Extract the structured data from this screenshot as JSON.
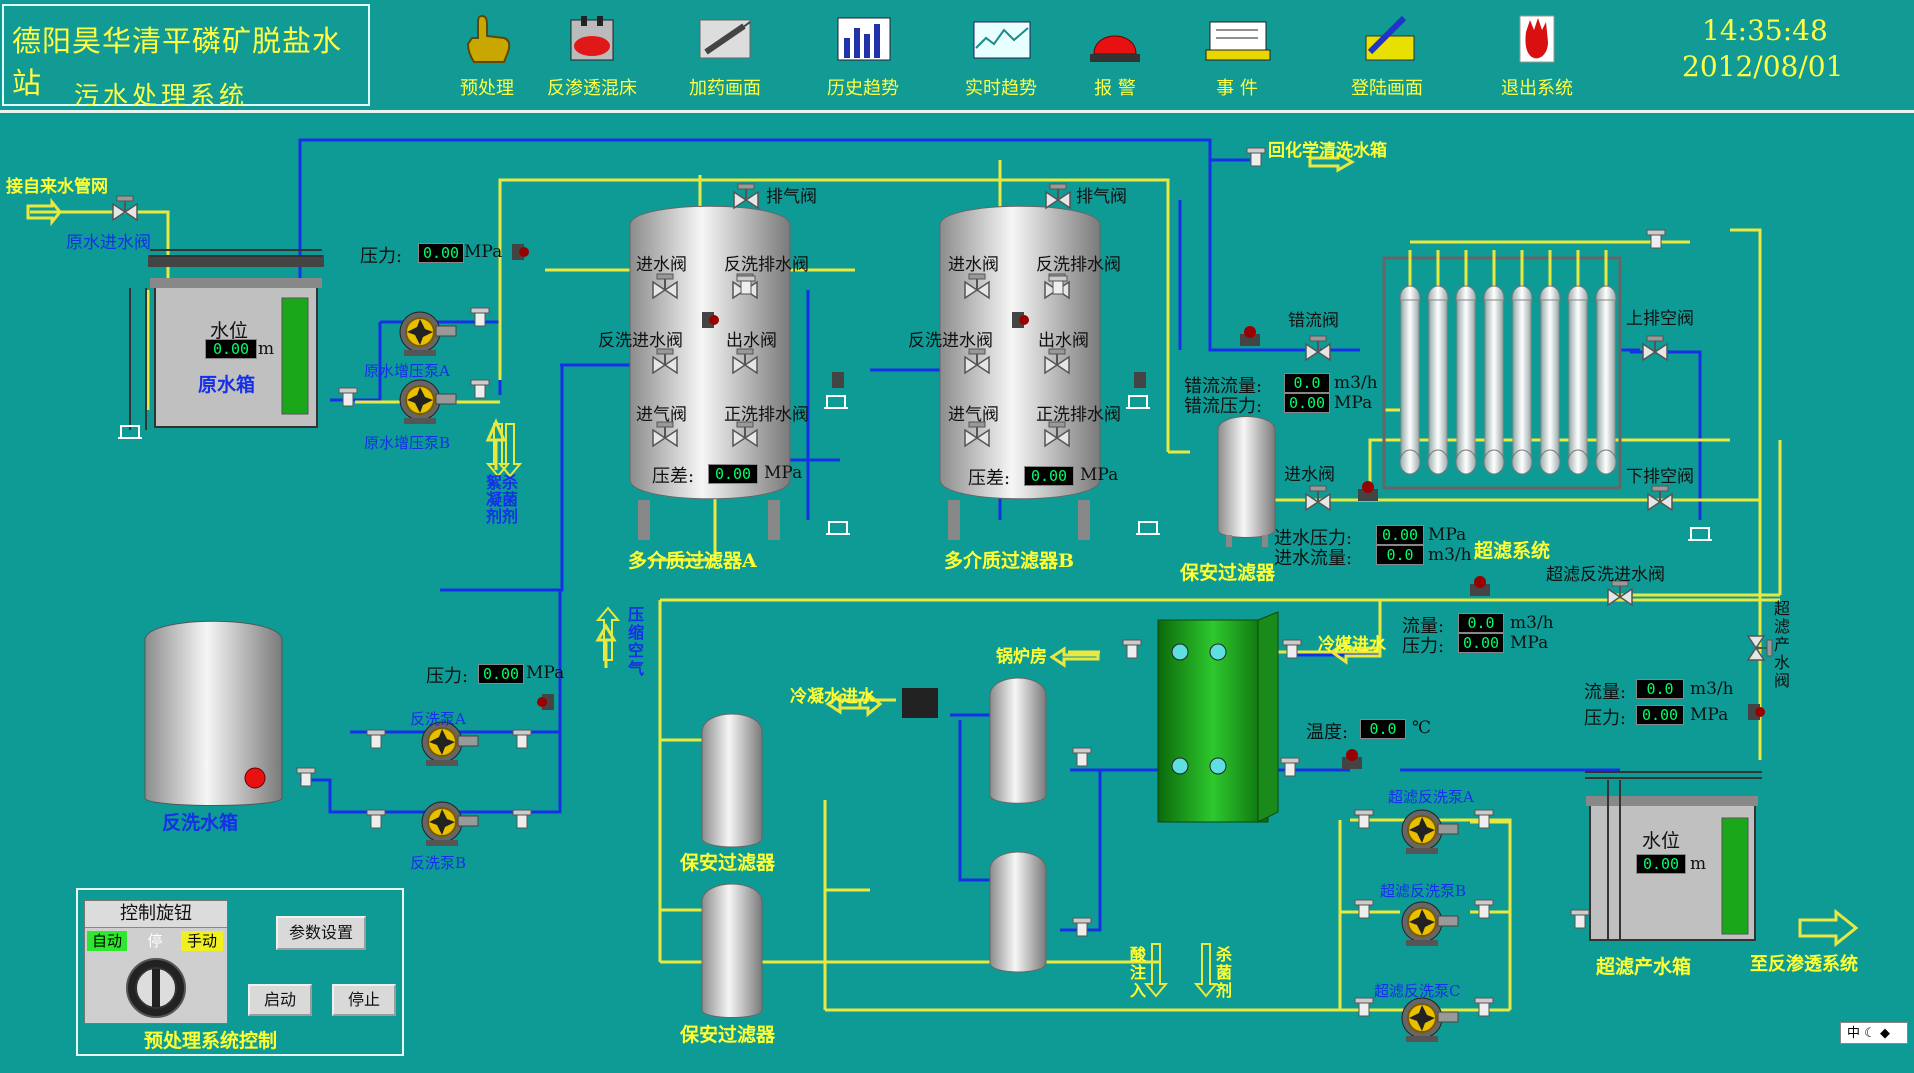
{
  "header": {
    "title_line1": "德阳昊华清平磷矿脱盐水站",
    "title_line2": "污水处理系统",
    "time": "14:35:48",
    "date": "2012/08/01",
    "buttons": [
      {
        "label": "预处理",
        "icon": "hand-pointer-icon"
      },
      {
        "label": "反渗透混床",
        "icon": "mixed-bed-icon"
      },
      {
        "label": "加药画面",
        "icon": "syringe-icon"
      },
      {
        "label": "历史趋势",
        "icon": "bar-chart-icon"
      },
      {
        "label": "实时趋势",
        "icon": "line-chart-icon"
      },
      {
        "label": "报  警",
        "icon": "alarm-light-icon"
      },
      {
        "label": "事  件",
        "icon": "printer-icon"
      },
      {
        "label": "登陆画面",
        "icon": "pen-login-icon"
      },
      {
        "label": "退出系统",
        "icon": "stop-hand-icon"
      }
    ]
  },
  "labels": {
    "tap_water_in": "接自来水管网",
    "raw_water_in_valve": "原水进水阀",
    "raw_tank_level": "水位",
    "unit_m": "m",
    "raw_tank": "原水箱",
    "pressure_top": "压力:",
    "unit_mpa": "MPa",
    "pump_a": "原水增压泵A",
    "pump_b": "原水增压泵B",
    "flocculant": "絮杀凝菌剂剂",
    "compressed_air": "压缩空气",
    "exhaust_valve": "排气阀",
    "inlet_valve": "进水阀",
    "bw_drain_valve": "反洗排水阀",
    "bw_inlet_valve": "反洗进水阀",
    "outlet_valve": "出水阀",
    "air_inlet": "进气阀",
    "fw_drain_valve": "正洗排水阀",
    "diff_pressure": "压差:",
    "mmf_a": "多介质过滤器A",
    "mmf_b": "多介质过滤器B",
    "return_chem": "回化学清洗水箱",
    "cross_valve": "错流阀",
    "cross_flow": "错流流量:",
    "cross_pressure": "错流压力:",
    "unit_m3h": "m3/h",
    "upper_vent": "上排空阀",
    "lower_vent": "下排空阀",
    "uf_inlet_valve": "进水阀",
    "inlet_pressure": "进水压力:",
    "inlet_flow": "进水流量:",
    "uf_system": "超滤系统",
    "security_filter": "保安过滤器",
    "uf_bw_inlet": "超滤反洗进水阀",
    "flow": "流量:",
    "pressure": "压力:",
    "uf_product_valve": "超滤产水阀",
    "boiler_room": "锅炉房",
    "coolant_in": "冷媒进水",
    "condensate_in": "冷凝水进水",
    "temperature": "温度:",
    "unit_c": "℃",
    "bw_tank": "反洗水箱",
    "bw_pump_a": "反洗泵A",
    "bw_pump_b": "反洗泵B",
    "uf_bw_pump_a": "超滤反洗泵A",
    "uf_bw_pump_b": "超滤反洗泵B",
    "uf_bw_pump_c": "超滤反洗泵C",
    "uf_product_tank": "超滤产水箱",
    "to_ro": "至反渗透系统",
    "acid_inject": "酸注入",
    "biocide": "杀菌剂",
    "security_filter_2": "保安过滤器",
    "security_filter_3": "保安过滤器"
  },
  "values": {
    "raw_level": "0.00",
    "pressure_top": "0.00",
    "dp_a": "0.00",
    "dp_b": "0.00",
    "cross_flow": "0.0",
    "cross_pressure": "0.00",
    "uf_inlet_pressure": "0.00",
    "uf_inlet_flow": "0.0",
    "bw_flow": "0.0",
    "bw_pressure": "0.00",
    "bw_pump_pressure": "0.00",
    "temperature": "0.0",
    "product_flow": "0.0",
    "product_pressure": "0.00",
    "product_level": "0.00"
  },
  "control": {
    "title": "控制旋钮",
    "auto": "自动",
    "stop": "停",
    "manual": "手动",
    "params_button": "参数设置",
    "start_button": "启动",
    "stop_button": "停止",
    "panel_title": "预处理系统控制"
  },
  "tray": {
    "ime": "中"
  },
  "colors": {
    "background": "#0e9b95",
    "pipe_blue": "#1530e8",
    "pipe_yellow": "#e8e840",
    "text_yellow": "#ffff33"
  }
}
